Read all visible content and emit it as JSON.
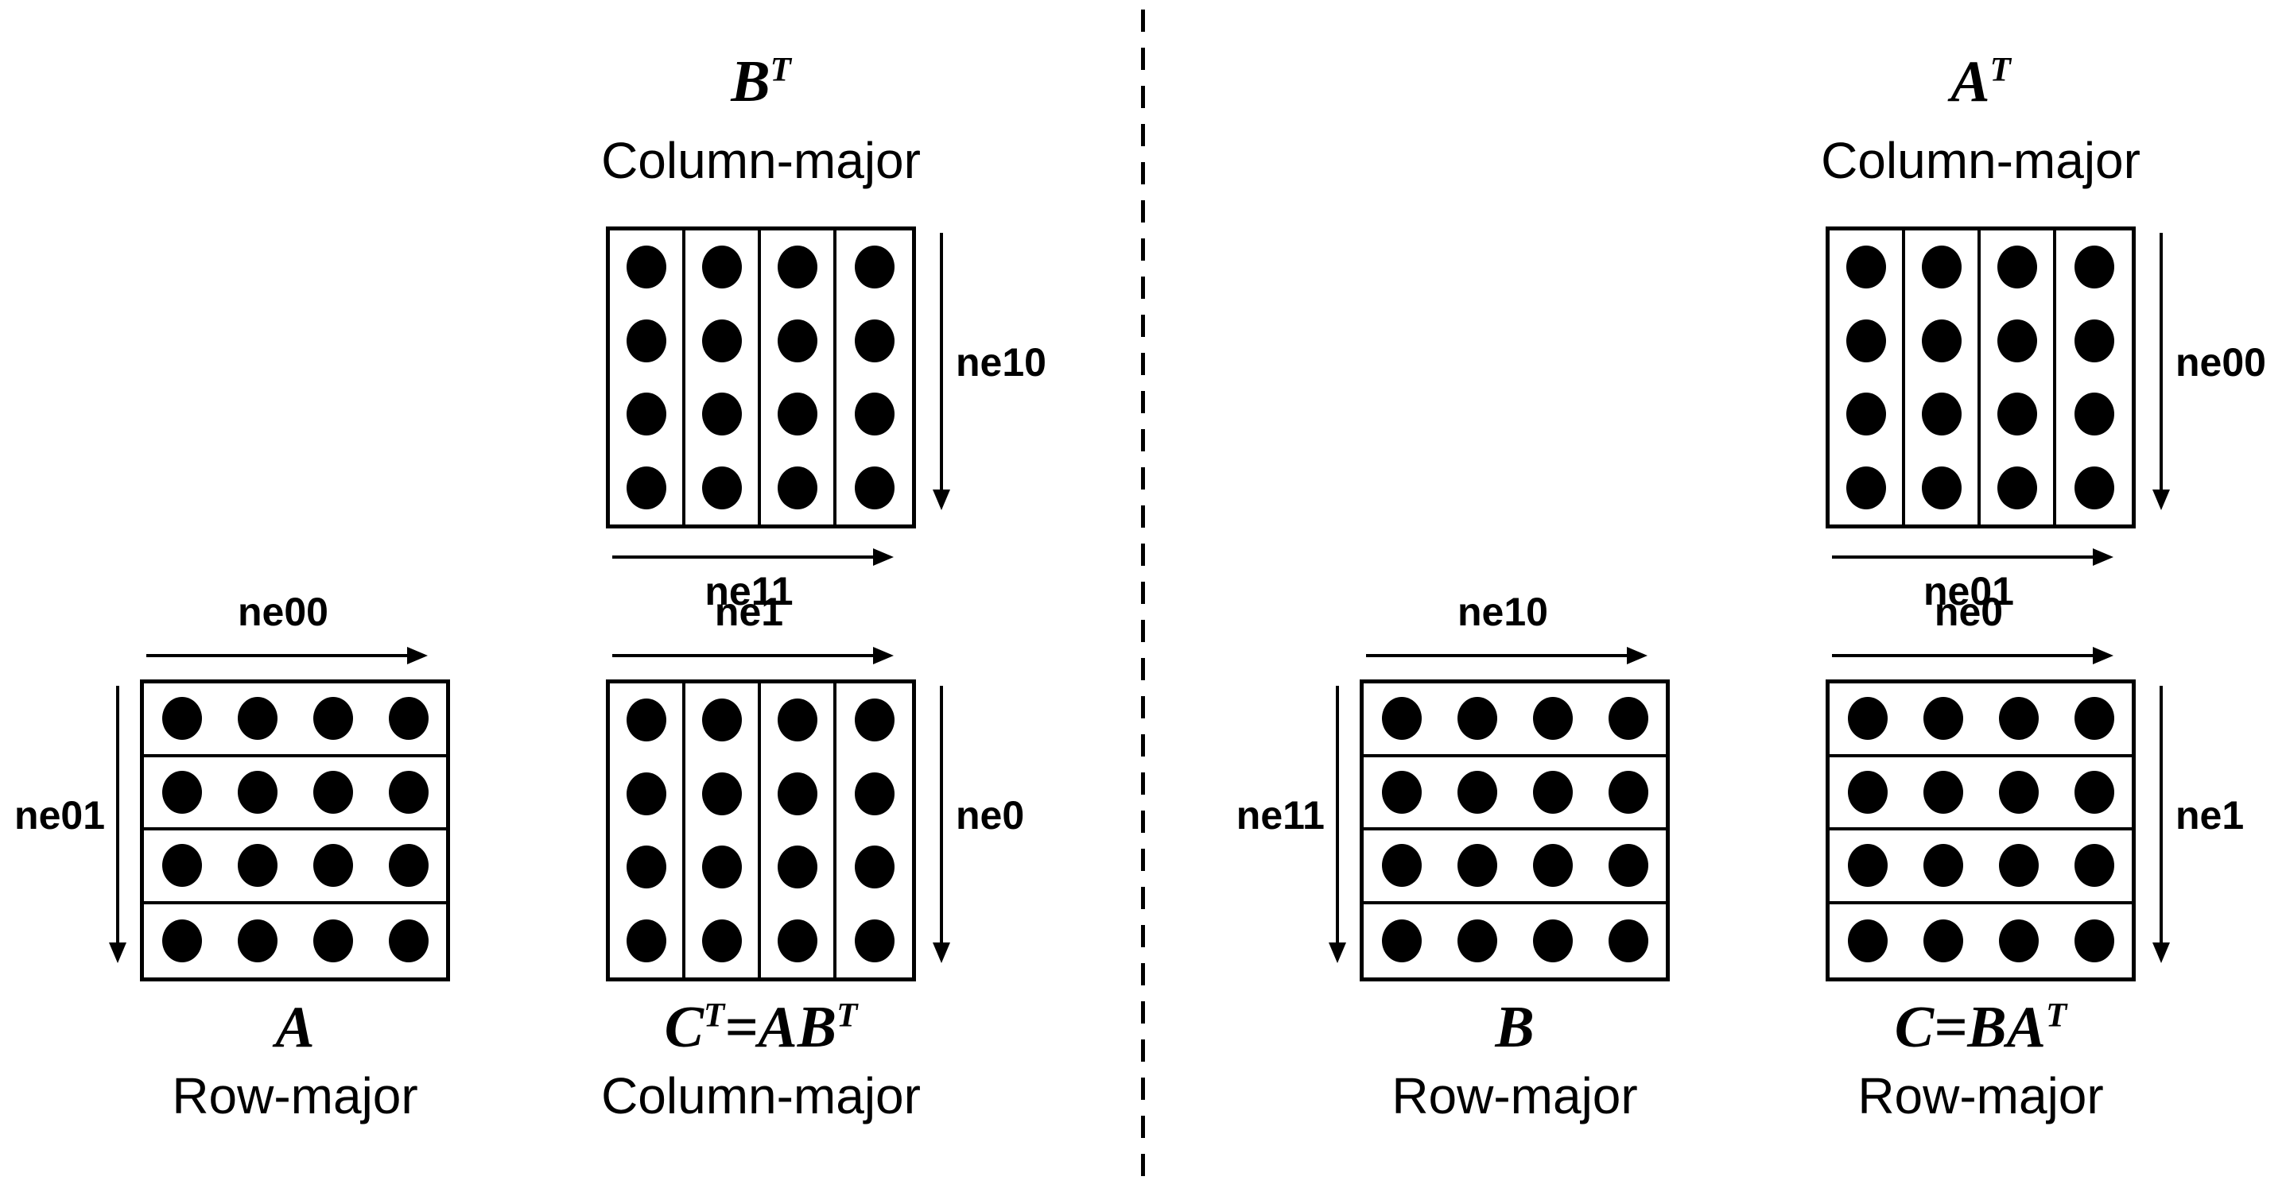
{
  "colors": {
    "ink": "#000000",
    "background": "#ffffff"
  },
  "matrix_grid": {
    "strips": 4,
    "dots_per_strip": 4
  },
  "panels": {
    "left": {
      "top": {
        "title": {
          "t1": "B",
          "s1": "T"
        },
        "layout": "Column-major",
        "right_label": "ne10",
        "bottom_label": "ne11"
      },
      "input": {
        "top_label": "ne00",
        "left_label": "ne01",
        "name": {
          "t1": "A"
        },
        "layout": "Row-major"
      },
      "result": {
        "top_label": "ne1",
        "right_label": "ne0",
        "name": {
          "t1": "C",
          "s1": "T",
          "t2": "=AB",
          "s2": "T"
        },
        "layout": "Column-major"
      }
    },
    "right": {
      "top": {
        "title": {
          "t1": "A",
          "s1": "T"
        },
        "layout": "Column-major",
        "right_label": "ne00",
        "bottom_label": "ne01"
      },
      "input": {
        "top_label": "ne10",
        "left_label": "ne11",
        "name": {
          "t1": "B"
        },
        "layout": "Row-major"
      },
      "result": {
        "top_label": "ne0",
        "right_label": "ne1",
        "name": {
          "t1": "C=BA",
          "s1": "T"
        },
        "layout": "Row-major"
      }
    }
  }
}
